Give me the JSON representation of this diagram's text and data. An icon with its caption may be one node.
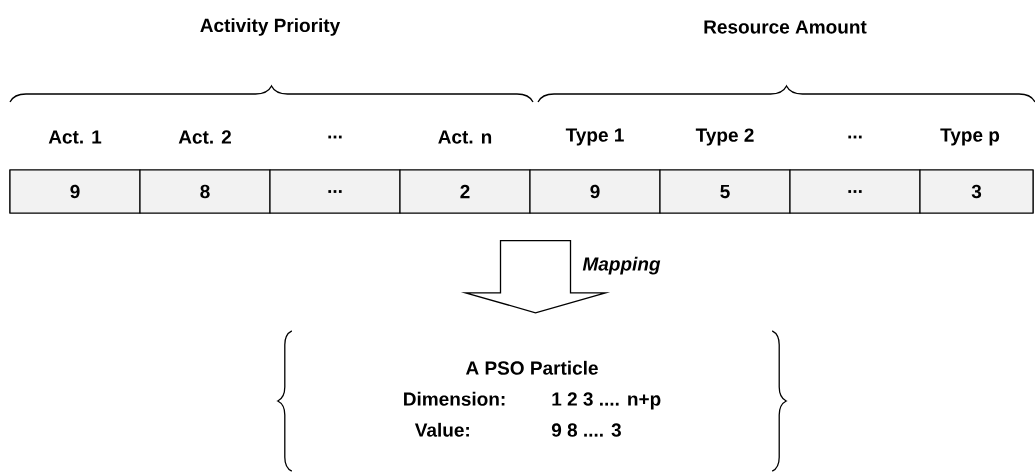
{
  "diagram": {
    "nodes": [
      {
        "text": [],
        "shape": "bar"
      },
      {
        "text": [
          "9"
        ],
        "in": 0
      },
      {
        "text": [
          "8"
        ],
        "in": 0
      },
      {
        "text": [
          "..."
        ],
        "in": 0
      },
      {
        "text": [
          "2"
        ],
        "in": 0
      },
      {
        "text": [
          "9"
        ],
        "in": 0
      },
      {
        "text": [
          "5"
        ],
        "in": 0
      },
      {
        "text": [
          "..."
        ],
        "in": 0
      },
      {
        "text": [
          "3"
        ],
        "in": 0
      },
      {
        "text": [
          "A PSO Particle",
          "Dimension:",
          "1 2 3 .... n+p",
          "Value:",
          "9 8 .... 3"
        ]
      }
    ],
    "edges": [
      {
        "from": 0,
        "to": 9,
        "arrow": "to",
        "label": "Mapping"
      }
    ],
    "labels": [
      "Activity Priority",
      "Resource Amount",
      "Act. 1",
      "Act. 2",
      "...",
      "Act. n",
      "Type 1",
      "Type 2",
      "...",
      "Type p"
    ]
  }
}
